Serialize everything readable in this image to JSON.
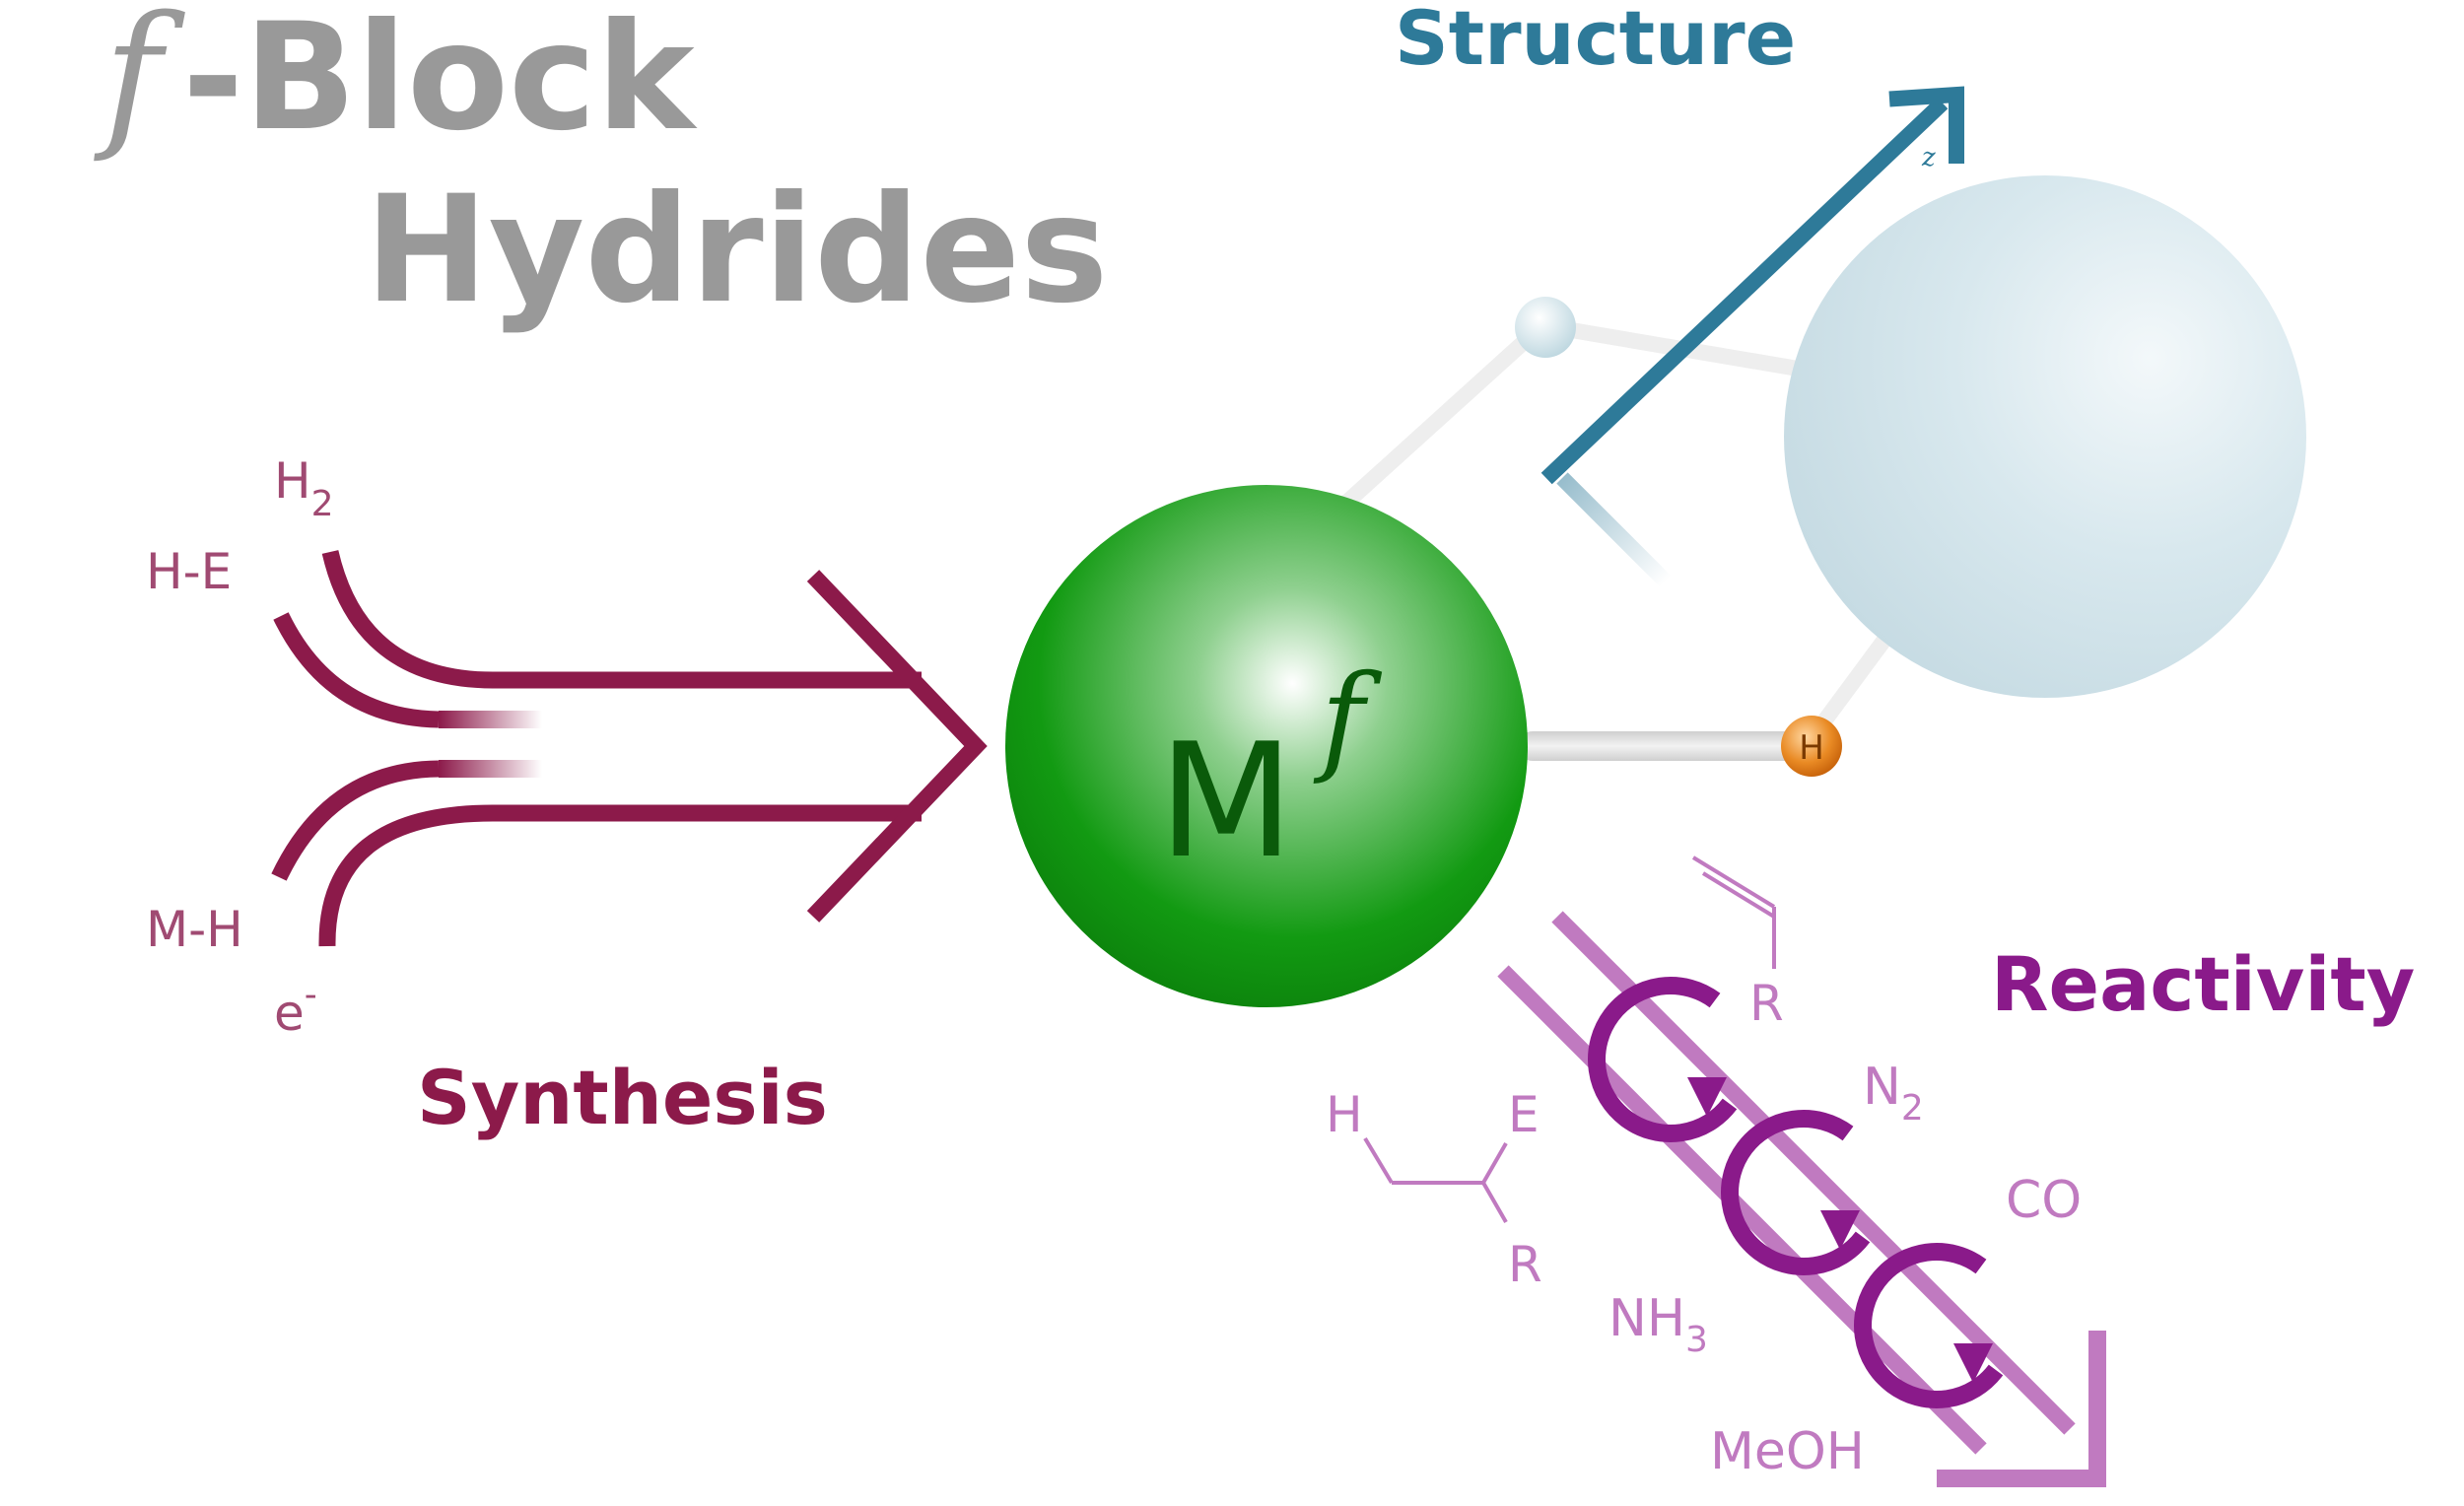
{
  "title": {
    "italic_letter": "f",
    "line1_rest": "-Block",
    "line2": "Hydrides"
  },
  "labels": {
    "structure": "Structure",
    "synthesis": "Synthesis",
    "reactivity": "Reactivity"
  },
  "center_atom": {
    "symbol": "M",
    "superscript": "f"
  },
  "hydride_atom": {
    "symbol": "H"
  },
  "axis_label": "z",
  "synthesis_reagents": {
    "h2": {
      "main": "H",
      "sub": "2"
    },
    "he": "H-E",
    "mh": "M-H",
    "electron": {
      "main": "e",
      "sup": "-"
    }
  },
  "reactivity_substrates": {
    "alkene_r": "R",
    "n2": {
      "main": "N",
      "sub": "2"
    },
    "co": "CO",
    "nh3": {
      "main": "NH",
      "sub": "3"
    },
    "meoh": "MeOH",
    "product_h": "H",
    "product_e": "E",
    "product_r": "R"
  },
  "colors": {
    "title_gray": "#999999",
    "structure_blue": "#2e7a99",
    "synthesis_maroon": "#8c1a4a",
    "synthesis_light": "#a04a72",
    "reactivity_purple": "#8a1a8a",
    "reactivity_light": "#c07ac0",
    "metal_green": "#1a8a1a",
    "hydride_orange": "#e07a1a"
  }
}
